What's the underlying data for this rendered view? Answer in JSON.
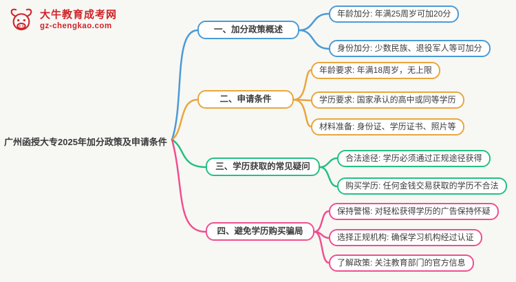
{
  "logo": {
    "site_name": "大牛教育成考网",
    "site_url": "gz-chengkao.com",
    "brand_color": "#cf2328",
    "icon": "bull-icon"
  },
  "mindmap": {
    "root_label": "广州函授大专2025年加分政策及申请条件",
    "branches": [
      {
        "label": "一、加分政策概述",
        "color": "#4a9ad5",
        "children": [
          "年龄加分: 年满25周岁可加20分",
          "身份加分: 少数民族、退役军人等可加分"
        ]
      },
      {
        "label": "二、申请条件",
        "color": "#e8a63c",
        "children": [
          "年龄要求: 年满18周岁，无上限",
          "学历要求: 国家承认的高中或同等学历",
          "材料准备: 身份证、学历证书、照片等"
        ]
      },
      {
        "label": "三、学历获取的常见疑问",
        "color": "#23c081",
        "children": [
          "合法途径: 学历必须通过正规途径获得",
          "购买学历: 任何金钱交易获取的学历不合法"
        ]
      },
      {
        "label": "四、避免学历购买骗局",
        "color": "#ef4e8e",
        "children": [
          "保持警惕: 对轻松获得学历的广告保持怀疑",
          "选择正规机构: 确保学习机构经过认证",
          "了解政策: 关注教育部门的官方信息"
        ]
      }
    ]
  }
}
